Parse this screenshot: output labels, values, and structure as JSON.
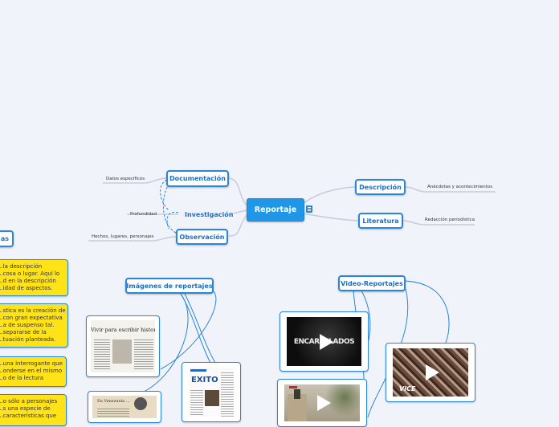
{
  "root": {
    "label": "Reportaje",
    "has_note": true
  },
  "left_branches": [
    {
      "label": "Documentación",
      "child": "Datos específicos"
    },
    {
      "label": "Investigación",
      "child": "Profundidad"
    },
    {
      "label": "Observación",
      "child": "Hechos, lugares, personajes"
    }
  ],
  "right_branches": [
    {
      "label": "Descripción",
      "child": "Anécdotas y acontecimientos"
    },
    {
      "label": "Literatura",
      "child": "Redacción periodística"
    }
  ],
  "offscreen_topic": {
    "label": "...as"
  },
  "notes": [
    {
      "lines": [
        "...la descripción",
        "...cosa o lugar. Aquí lo",
        "...d en la descripción",
        "...idad de aspectos."
      ]
    },
    {
      "lines": [
        "...stica es la creación de",
        "...con gran expectativa",
        "...a de suspenso tal.",
        "...separarse de la",
        "...tuación planteada."
      ]
    },
    {
      "lines": [
        "...una interrogante que",
        "...onderse en el mismo",
        "...o de la lectura"
      ]
    },
    {
      "lines": [
        "...o sólo a personajes",
        "...s una especie de",
        "...características que"
      ]
    }
  ],
  "images_topic": {
    "label": "Imágenes de reportajes",
    "images": [
      {
        "name": "newspaper-clipping-vivir-para-escribir",
        "headline": "Vivir para escribir historias"
      },
      {
        "name": "magazine-page-exito",
        "headline": "EXITO"
      },
      {
        "name": "newspaper-clipping-venezuela",
        "headline": "En Venezuela ..."
      }
    ]
  },
  "videos_topic": {
    "label": "Video-Reportajes",
    "videos": [
      {
        "name": "video-encarcelados",
        "title_text": "ENCARCELADOS"
      },
      {
        "name": "video-vice-staircase",
        "title_text": "VICE"
      },
      {
        "name": "video-palm-tree-soldier",
        "title_text": ""
      }
    ]
  },
  "colors": {
    "accent": "#2a86d8",
    "root_fill": "#1f97e6",
    "note_fill": "#ffe316",
    "background": "#f1f3fb",
    "text_blue": "#1a6fc9"
  }
}
